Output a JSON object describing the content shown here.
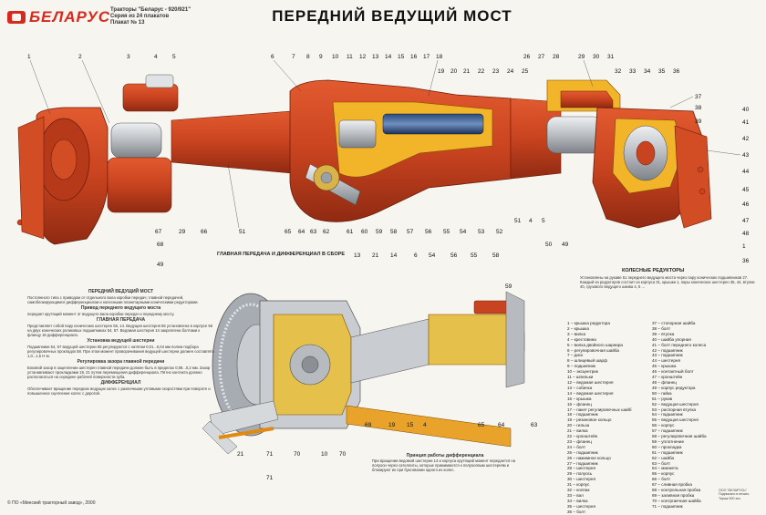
{
  "header": {
    "brand": "БЕЛАРУС",
    "series_lines": [
      "Тракторы \"Беларус - 920/921\"",
      "Серия из 24 плакатов",
      "Плакат № 13"
    ],
    "title": "ПЕРЕДНИЙ ВЕДУЩИЙ МОСТ"
  },
  "top_diagram": {
    "top_callouts": [
      "1",
      "2",
      "3",
      "4",
      "5",
      "6",
      "7",
      "8",
      "9",
      "10",
      "11",
      "12",
      "13",
      "14",
      "15",
      "16",
      "17",
      "18",
      "19",
      "20",
      "21",
      "22",
      "23",
      "24",
      "25",
      "26",
      "27",
      "28",
      "29",
      "30",
      "31",
      "32",
      "33",
      "34",
      "35",
      "36"
    ],
    "right_callouts": [
      "37",
      "38",
      "39",
      "40",
      "41",
      "42",
      "43",
      "44",
      "45",
      "46",
      "47",
      "48",
      "1",
      "36"
    ],
    "bottom_callouts": [
      "67",
      "29",
      "66",
      "51",
      "65",
      "64",
      "63",
      "62",
      "61",
      "60",
      "59",
      "58",
      "57",
      "56",
      "55",
      "54",
      "53",
      "52",
      "51",
      "4",
      "5",
      "50",
      "49"
    ],
    "left_callouts": [
      "68",
      "49"
    ]
  },
  "middle": {
    "assembly_title": "ГЛАВНАЯ ПЕРЕДАЧА И ДИФФЕРЕНЦИАЛ В СБОРЕ",
    "top_callouts": [
      "13",
      "21",
      "14",
      "6",
      "54",
      "56",
      "55",
      "58"
    ],
    "right_callout": "59",
    "bottom_callouts": [
      "71",
      "70",
      "69",
      "19",
      "15",
      "4",
      "65",
      "64",
      "63"
    ],
    "bottom_left_callouts": [
      "21",
      "71",
      "10",
      "70"
    ],
    "wheel_reducers_title": "КОЛЕСНЫЕ РЕДУКТОРЫ",
    "wheel_reducers_text": "Установлены на рукаве 51 переднего ведущего моста через пару конических подшипников 27. Каждый из редукторов состоит из корпуса 31, крышки 1, пары конических шестерен 35, 44, втулки 40, грузового ведущего шкива 4, 5 ..."
  },
  "text_column": {
    "section_title": "ПЕРЕДНИЙ ВЕДУЩИЙ МОСТ",
    "intro": "Постоянного типа с приводом от отдельного вала коробки передач; главной передачей, самоблокирующимся дифференциалом и колесными планетарными коническими редукторами.",
    "drive_title": "Привод переднего ведущего моста",
    "drive_text": "передает крутящий момент от ведущего вала коробки передач к переднему мосту.",
    "main_gear_title": "ГЛАВНАЯ ПЕРЕДАЧА",
    "main_gear_text": "Представляет собой пару конических шестерен 55, 14. Ведущая шестерня 55 установлена в корпусе 56 на двух конических роликовых подшипниках 54, 57. Ведомая шестерня 14 закреплена болтами к фланцу 16 дифференциала.",
    "install_title": "Установка ведущей шестерни",
    "install_text": "Подшипники 54, 57 ведущей шестерни 55 регулируются с натягом 0,01...0,04 мм полем подбора регулировочных прокладок 58. При этом момент проворачивания ведущей шестерни должен составлять 1,0...1,5 Н·м.",
    "adjust_title": "Регулировка зазора главной передачи",
    "adjust_text": "Боковой зазор в зацеплении шестерен главной передачи должен быть в пределах 0,08...0,2 мм. Зазор устанавливают прокладками 19, 21 путем перемещения дифференциала. Пятно контакта должно располагаться на середине рабочей поверхности зуба.",
    "diff_title": "ДИФФЕРЕНЦИАЛ",
    "diff_text": "Обеспечивает вращение передних ведущих колес с различными угловыми скоростями при повороте и повышенное сцепление колес с дорогой."
  },
  "principle": {
    "title": "Принцип работы дифференциала",
    "text": "При вращении ведомой шестерни 14 и корпуса крутящий момент передается на полуоси через сателлиты, которые прижимаются к полуосевым шестерням и блокируют их при буксовании одного из колес."
  },
  "parts_list": {
    "col1": [
      "1 – крышка редуктора",
      "2 – крышка",
      "3 – вилка",
      "4 – крестовина",
      "5 – вилка двойного шарнира",
      "6 – регулировочная шайба",
      "7 – диск",
      "8 – шлицевый шарф",
      "9 – подшипник",
      "10 – эксцентрик",
      "11 – шпильки",
      "12 – ведомая шестерня",
      "13 – собачка",
      "14 – ведомая шестерня",
      "15 – крышка",
      "16 – фланец",
      "17 – пакет регулировочных шайб",
      "18 – подшипник",
      "19 – резиновое кольцо",
      "20 – гильза",
      "21 – вилка",
      "22 – кронштейн",
      "23 – фланец",
      "24 – болт",
      "25 – подшипник",
      "26 – нажимное кольцо",
      "27 – подшипник",
      "28 – шестерня",
      "29 – полуось",
      "30 – шестерня",
      "31 – корпус",
      "32 – колпак",
      "33 – вал",
      "34 – вилка",
      "35 – шестерня",
      "36 – болт"
    ],
    "col2": [
      "37 – стопорная шайба",
      "38 – болт",
      "39 – втулка",
      "40 – шайба упорная",
      "41 – болт переднего колеса",
      "42 – подшипник",
      "43 – подшипник",
      "44 – шестерня",
      "45 – крышка",
      "46 – контактный болт",
      "47 – кронштейн",
      "48 – фланец",
      "49 – корпус редуктора",
      "50 – гайка",
      "51 – рукав",
      "52 – ведущая шестерня",
      "53 – распорная втулка",
      "54 – подшипник",
      "55 – ведущая шестерня",
      "56 – корпус",
      "57 – подшипник",
      "58 – регулировочная шайба",
      "59 – уплотнение",
      "60 – прокладка",
      "61 – подшипник",
      "62 – шайба",
      "63 – болт",
      "64 – манжета",
      "65 – корпус",
      "66 – болт",
      "67 – сливная пробка",
      "68 – контрольная пробка",
      "69 – заливная пробка",
      "70 – контргаечная шайба",
      "71 – подшипник"
    ]
  },
  "footer": {
    "copyright": "© ПО «Минский тракторный завод», 2000",
    "stamp_lines": [
      "ООО \"БЕЛАРУСЬ\"",
      "Подписано в печать",
      "Тираж 500 экз."
    ]
  },
  "colors": {
    "housing": "#c8431f",
    "housing_dark": "#8f2a12",
    "steel": "#c9ccd0",
    "gear_yellow": "#f2b52a",
    "brand": "#d62a1e"
  }
}
